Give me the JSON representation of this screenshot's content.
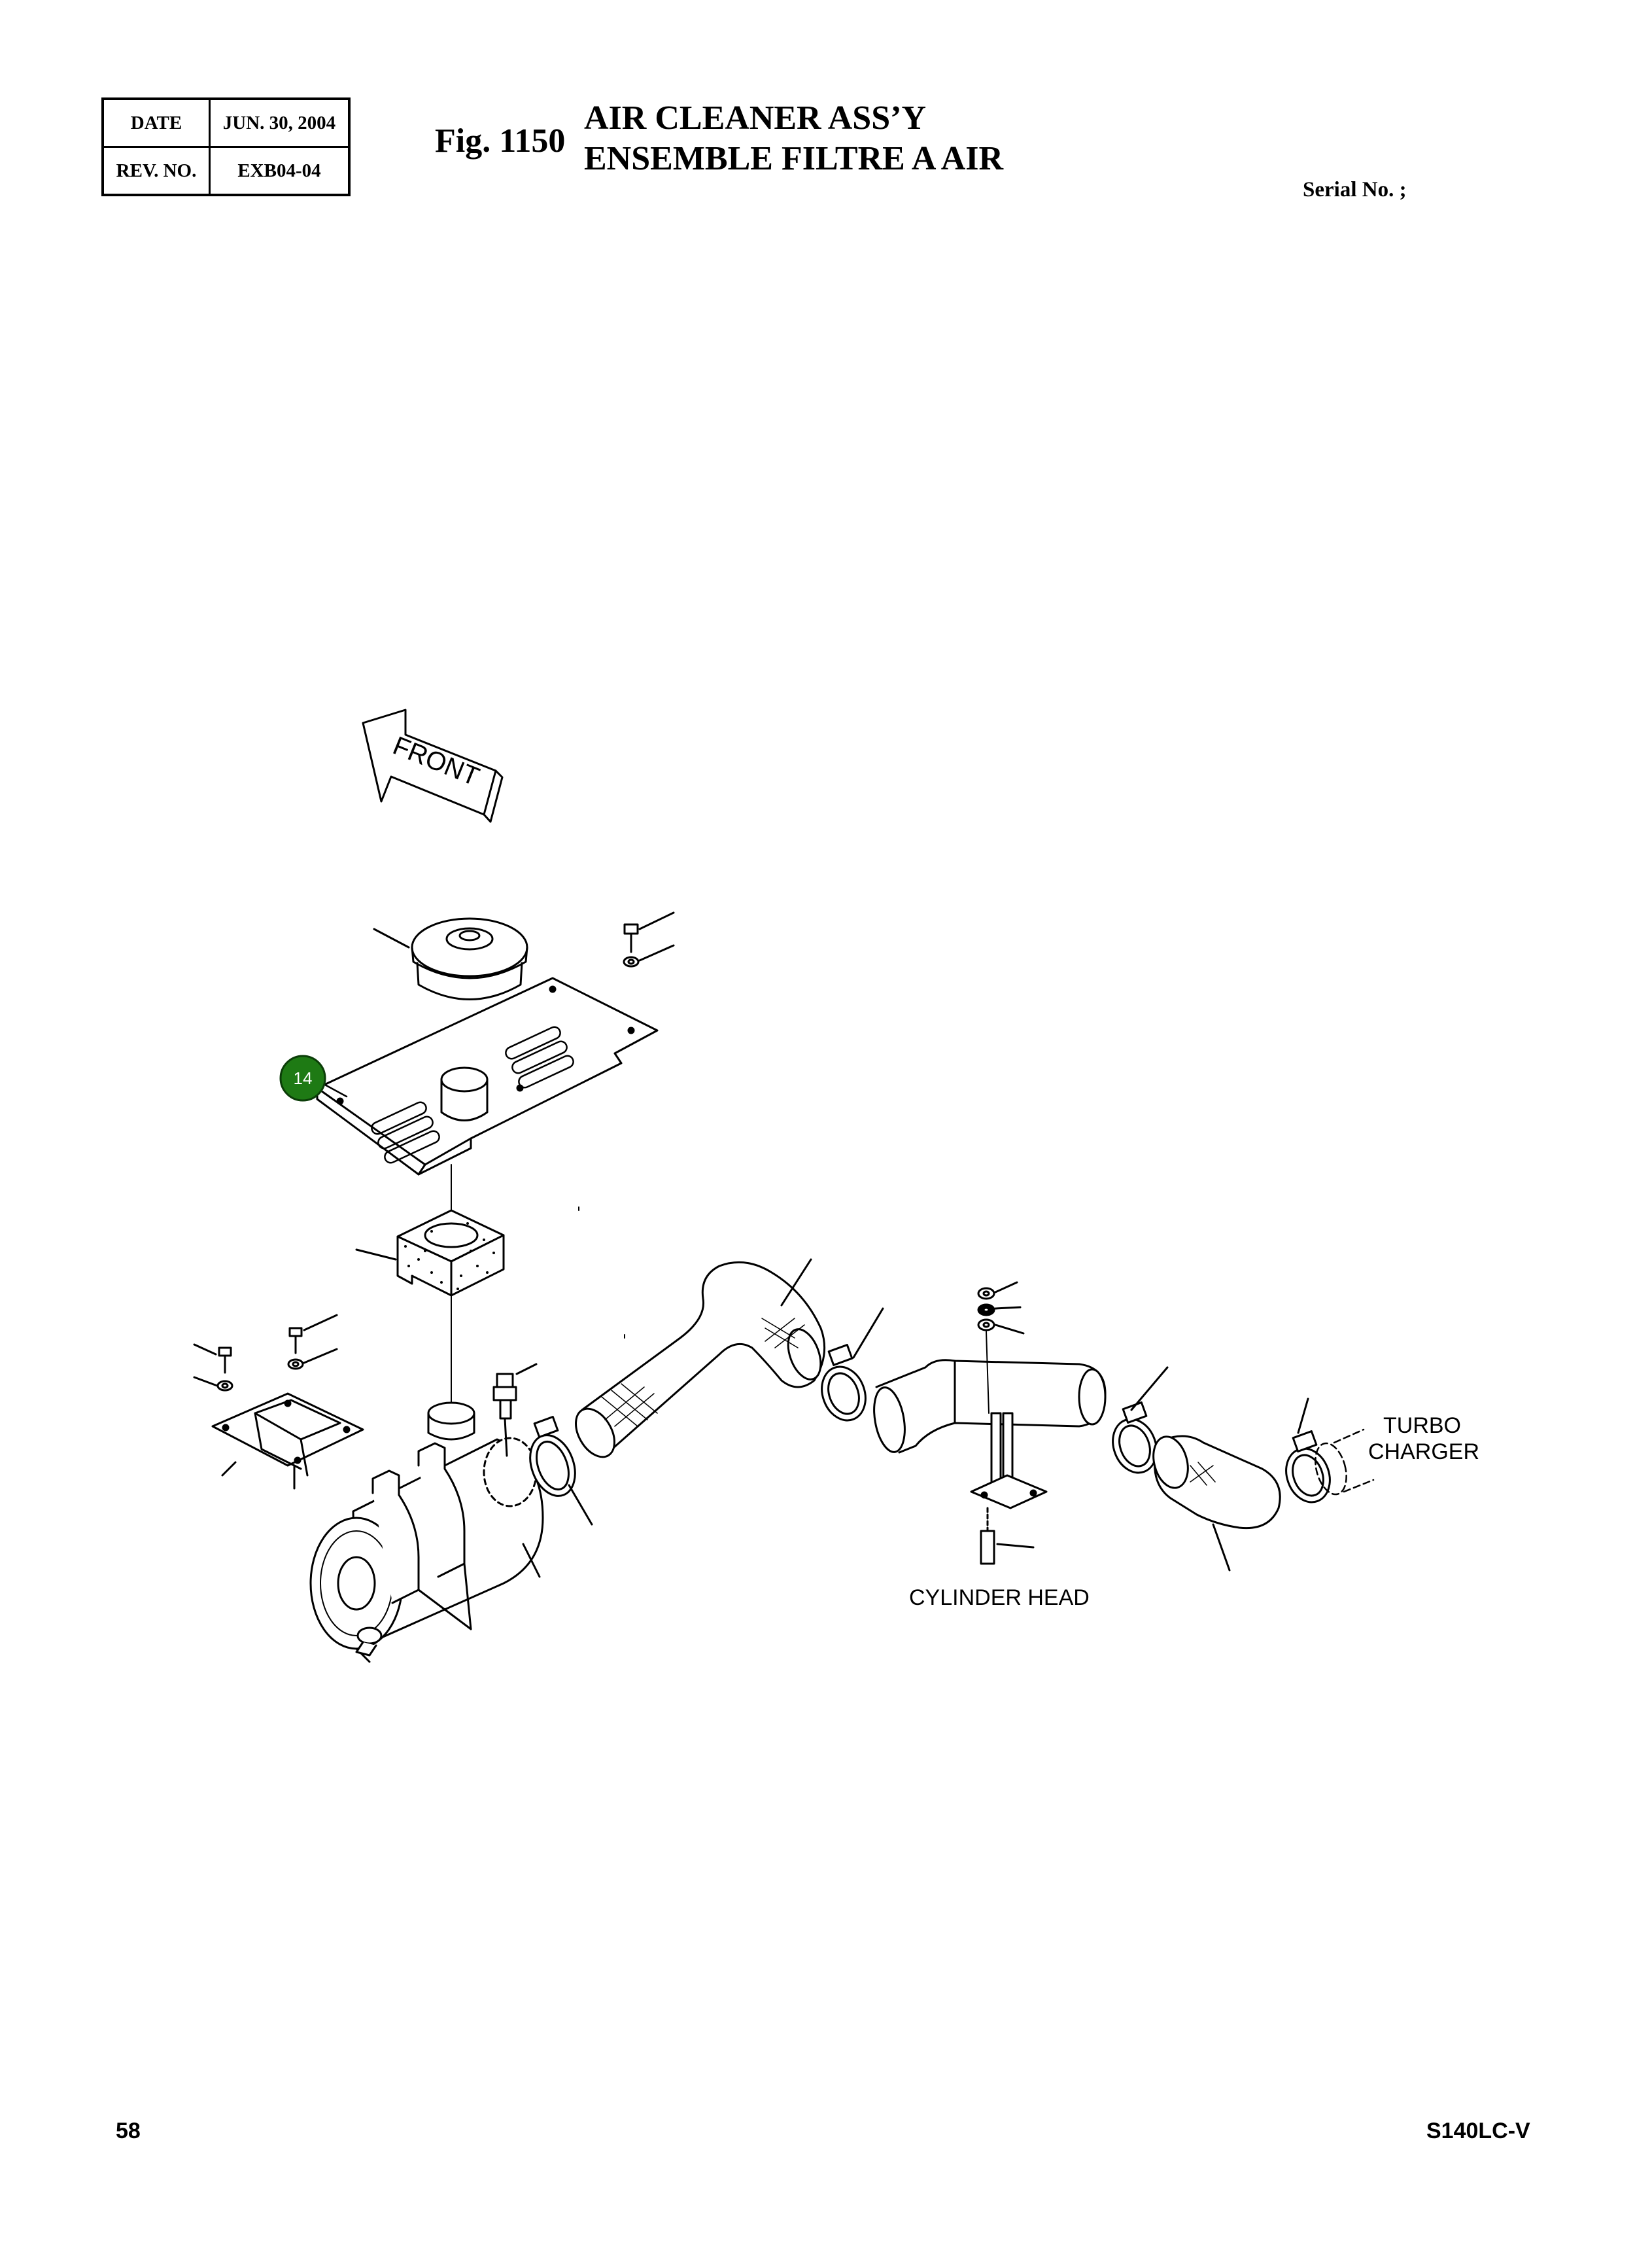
{
  "revision_block": {
    "date_label": "DATE",
    "date_value": "JUN.  30, 2004",
    "rev_label": "REV. NO.",
    "rev_value": "EXB04-04"
  },
  "figure": {
    "number": "Fig. 1150",
    "title_en": "AIR CLEANER ASS’Y",
    "title_fr": "ENSEMBLE FILTRE A AIR"
  },
  "serial_label": "Serial No. ;",
  "drawing": {
    "front_arrow_label": "FRONT",
    "callout_number": "14",
    "callout_color": "#1e7a14",
    "labels": {
      "turbo": "TURBO",
      "charger": "CHARGER",
      "cylinder_head": "CYLINDER HEAD"
    }
  },
  "footer": {
    "page_number": "58",
    "model": "S140LC-V"
  }
}
